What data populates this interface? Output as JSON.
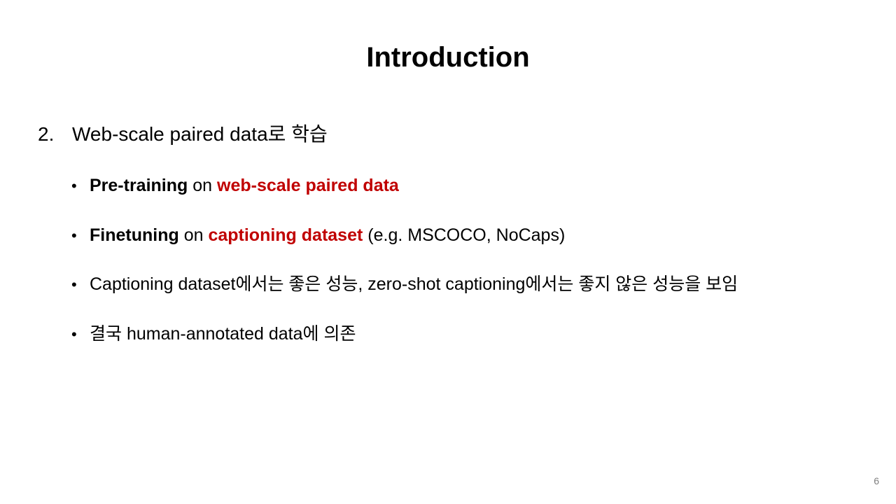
{
  "slide": {
    "title": "Introduction",
    "section_number": "2.",
    "section_heading": "Web-scale paired data로 학습",
    "bullet_symbol": "•",
    "bullets": [
      {
        "parts": [
          {
            "text": "Pre-training",
            "style": "bold"
          },
          {
            "text": " on ",
            "style": "normal"
          },
          {
            "text": "web-scale paired data",
            "style": "red-bold"
          }
        ]
      },
      {
        "parts": [
          {
            "text": "Finetuning",
            "style": "bold"
          },
          {
            "text": " on ",
            "style": "normal"
          },
          {
            "text": "captioning dataset",
            "style": "red-bold"
          },
          {
            "text": " (e.g. MSCOCO, NoCaps)",
            "style": "normal"
          }
        ]
      },
      {
        "parts": [
          {
            "text": "Captioning dataset에서는 좋은 성능, zero-shot captioning에서는 좋지 않은 성능을 보임",
            "style": "normal"
          }
        ]
      },
      {
        "parts": [
          {
            "text": "결국 human-annotated data에 의존",
            "style": "normal"
          }
        ]
      }
    ],
    "page_number": "6",
    "colors": {
      "accent_red": "#c00000",
      "text": "#000000",
      "page_number": "#7f7f7f"
    }
  }
}
